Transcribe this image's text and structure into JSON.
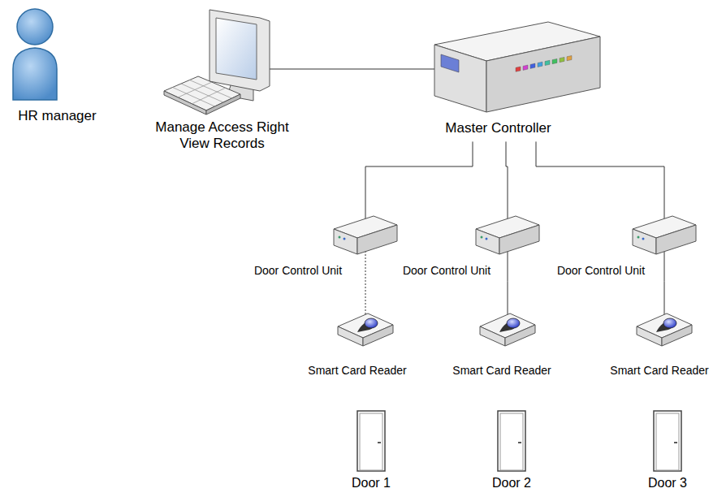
{
  "diagram": {
    "nodes": [
      {
        "text": [
          "HR manager"
        ]
      },
      {
        "text": [
          "Manage Access Right View Records"
        ]
      },
      {
        "text": [
          "Master Controller"
        ]
      },
      {
        "text": [
          "Door Control Unit"
        ]
      },
      {
        "text": [
          "Door Control Unit"
        ]
      },
      {
        "text": [
          "Door Control Unit"
        ]
      },
      {
        "text": [
          "Smart Card Reader"
        ]
      },
      {
        "text": [
          "Smart Card Reader"
        ]
      },
      {
        "text": [
          "Smart Card Reader"
        ]
      },
      {
        "text": [
          "Door 1"
        ]
      },
      {
        "text": [
          "Door 2"
        ]
      },
      {
        "text": [
          "Door 3"
        ]
      }
    ],
    "edges": [
      {
        "from": 1,
        "to": 2,
        "arrow": "none"
      },
      {
        "from": 2,
        "to": 3,
        "arrow": "none"
      },
      {
        "from": 2,
        "to": 4,
        "arrow": "none"
      },
      {
        "from": 2,
        "to": 5,
        "arrow": "none"
      },
      {
        "from": 3,
        "to": 6,
        "arrow": "none"
      },
      {
        "from": 4,
        "to": 7,
        "arrow": "none"
      },
      {
        "from": 5,
        "to": 8,
        "arrow": "none"
      }
    ]
  }
}
